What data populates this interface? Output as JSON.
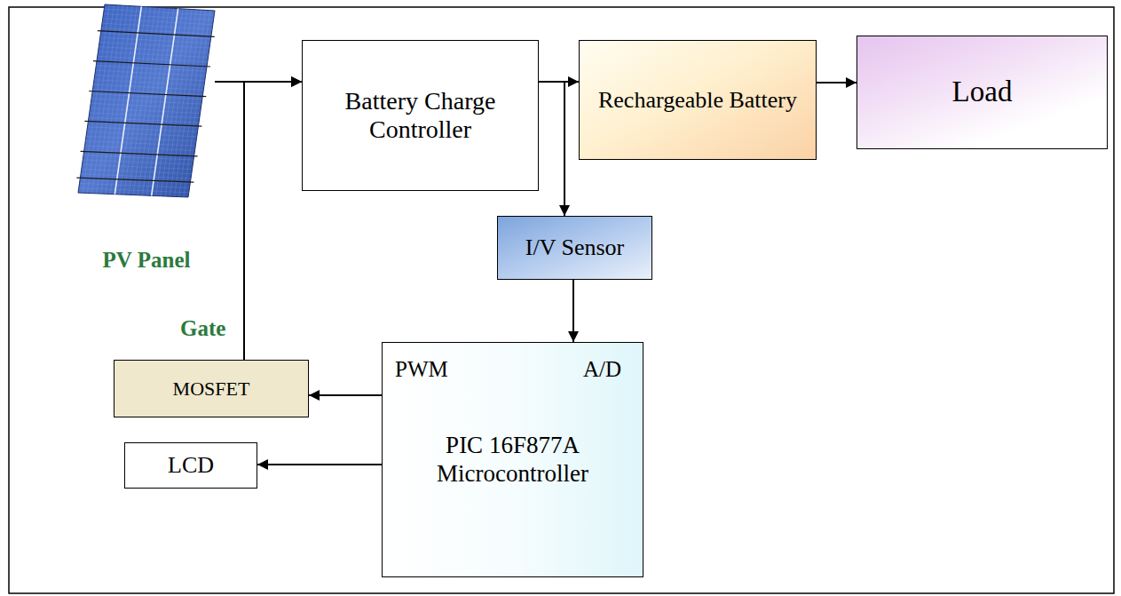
{
  "diagram": {
    "nodes": [
      {
        "text": [
          "PV Panel"
        ]
      },
      {
        "text": [
          "Battery Charge Controller"
        ]
      },
      {
        "text": [
          "Rechargeable Battery"
        ]
      },
      {
        "text": [
          "Load"
        ]
      },
      {
        "text": [
          "I/V Sensor"
        ]
      },
      {
        "text": [
          "PWM",
          "A/D",
          "PIC 16F877A Microcontroller"
        ]
      },
      {
        "text": [
          "MOSFET"
        ]
      },
      {
        "text": [
          "LCD"
        ]
      }
    ],
    "edges": [
      {
        "from": 0,
        "to": 1,
        "arrow": "to"
      },
      {
        "from": 1,
        "to": 2,
        "arrow": "to"
      },
      {
        "from": 2,
        "to": 3,
        "arrow": "to"
      },
      {
        "from": 1,
        "to": 4,
        "arrow": "to"
      },
      {
        "from": 4,
        "to": 5,
        "arrow": "to"
      },
      {
        "from": 5,
        "to": 6,
        "arrow": "to"
      },
      {
        "from": 5,
        "to": 7,
        "arrow": "to"
      },
      {
        "from": 6,
        "to": 1,
        "label": "Gate",
        "arrow": "to"
      }
    ]
  }
}
